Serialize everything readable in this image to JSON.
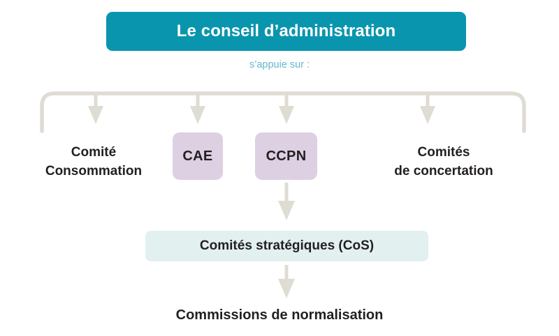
{
  "diagram": {
    "title_box": {
      "label": "Le conseil d’administration",
      "fill": "#0a95ae",
      "text_color": "#ffffff"
    },
    "connector_note": {
      "label": "s’appuie sur :",
      "color": "#63b8cf"
    },
    "bracket": {
      "color": "#dedcd3",
      "arrow_count": 4
    },
    "level_two": [
      {
        "label_line1": "Comité",
        "label_line2": "Consommation",
        "style": "plain"
      },
      {
        "label_line1": "CAE",
        "label_line2": "",
        "style": "chip",
        "fill": "#ddd0e3"
      },
      {
        "label_line1": "CCPN",
        "label_line2": "",
        "style": "chip",
        "fill": "#ddd0e3"
      },
      {
        "label_line1": "Comités",
        "label_line2": "de concertation",
        "style": "plain"
      }
    ],
    "level_three": {
      "label": "Comités stratégiques (CoS)",
      "fill": "#e2f0f0",
      "text_color": "#231f20"
    },
    "level_four": {
      "label": "Commissions de normalisation",
      "text_color": "#231f20"
    },
    "arrows": {
      "color": "#dedcd3",
      "ccpn_to_cos": "down-arrow",
      "cos_to_commissions": "down-arrow"
    }
  }
}
